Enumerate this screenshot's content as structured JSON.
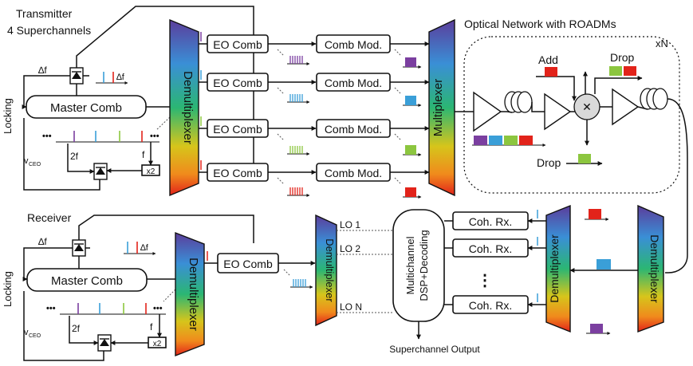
{
  "transmitter": {
    "title_line1": "Transmitter",
    "title_line2": "4 Superchannels",
    "master_comb": "Master Comb",
    "locking": "Locking",
    "delta_f_loop": "∆f",
    "delta_f_spec": "∆f",
    "two_f": "2f",
    "f": "f",
    "x2": "x2",
    "vceo": "v",
    "vceo_sub": "CEO",
    "dots": "•••",
    "demux": "Demultiplexer",
    "eo_comb": [
      "EO Comb",
      "EO Comb",
      "EO Comb",
      "EO Comb"
    ],
    "comb_mod": [
      "Comb Mod.",
      "Comb Mod.",
      "Comb Mod.",
      "Comb Mod."
    ],
    "mux": "Multiplexer"
  },
  "network": {
    "title": "Optical Network with ROADMs",
    "repeat": "xN",
    "add": "Add",
    "drop_top": "Drop",
    "drop_bottom": "Drop"
  },
  "receiver": {
    "title": "Receiver",
    "master_comb": "Master Comb",
    "locking": "Locking",
    "delta_f_loop": "∆f",
    "delta_f_spec": "∆f",
    "two_f": "2f",
    "f": "f",
    "x2": "x2",
    "vceo": "v",
    "vceo_sub": "CEO",
    "dots": "•••",
    "demux_comb": "Demultiplexer",
    "eo_comb": "EO Comb",
    "demux_lo": "Demultiplexer",
    "lo_labels": [
      "LO 1",
      "LO 2",
      "LO N"
    ],
    "dsp_line1": "Multichannel",
    "dsp_line2": "DSP+Decoding",
    "coh_rx": [
      "Coh. Rx.",
      "Coh. Rx.",
      "Coh. Rx."
    ],
    "vdots": "⋮",
    "demux_signal_left": "Demultiplexer",
    "demux_signal_right": "Demultiplexer",
    "output": "Superchannel Output"
  },
  "colors": {
    "purple": "#7b3fa0",
    "blue": "#3a9fd8",
    "green": "#8cc63f",
    "red": "#e2231a",
    "node_gray": "#d9d9d9"
  }
}
